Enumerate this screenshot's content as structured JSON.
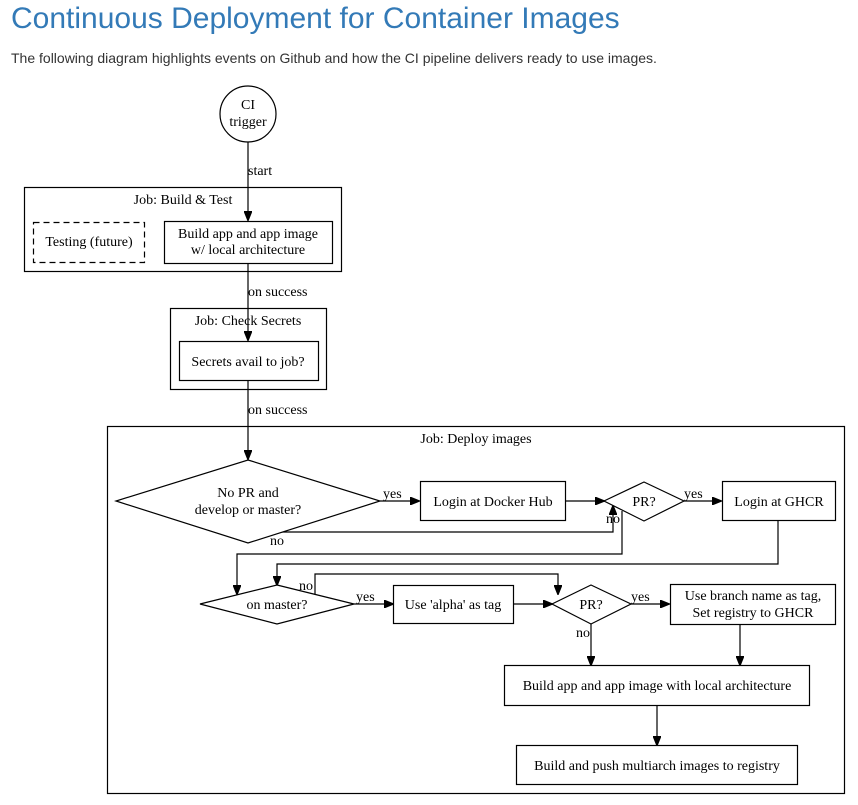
{
  "header": {
    "title": "Continuous Deployment for Container Images",
    "subtitle": "The following diagram highlights events on Github and how the CI pipeline delivers ready to use images."
  },
  "colors": {
    "title": "#337ab7",
    "text": "#333333",
    "diagram_stroke": "#000000"
  },
  "diagram": {
    "start_node": {
      "line1": "CI",
      "line2": "trigger"
    },
    "clusters": {
      "build_test": "Job: Build & Test",
      "check_secrets": "Job: Check Secrets",
      "deploy": "Job: Deploy images"
    },
    "nodes": {
      "testing": "Testing (future)",
      "build_local_line1": "Build app and app image",
      "build_local_line2": "w/ local architecture",
      "secrets": "Secrets avail to job?",
      "no_pr_line1": "No PR and",
      "no_pr_line2": "develop or master?",
      "login_docker": "Login at Docker Hub",
      "pr1": "PR?",
      "login_ghcr": "Login at GHCR",
      "on_master": "on master?",
      "use_alpha": "Use 'alpha' as tag",
      "pr2": "PR?",
      "branch_tag_line1": "Use branch name as tag,",
      "branch_tag_line2": "Set registry to GHCR",
      "build_local2": "Build app and app image with local architecture",
      "build_push": "Build and push multiarch images to registry"
    },
    "edge_labels": {
      "start": "start",
      "on_success_1": "on success",
      "on_success_2": "on success",
      "yes_no_pr": "yes",
      "no_no_pr": "no",
      "yes_pr1": "yes",
      "no_pr1": "no",
      "no_on_master": "no",
      "yes_on_master": "yes",
      "yes_pr2": "yes",
      "no_pr2": "no"
    }
  }
}
